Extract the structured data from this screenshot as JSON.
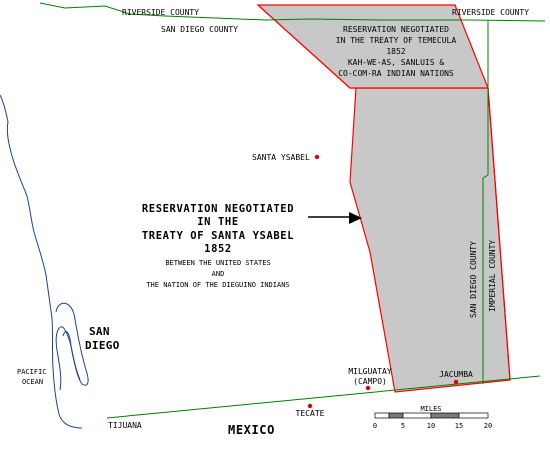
{
  "labels": {
    "riverside_county_top": "RIVERSIDE COUNTY",
    "san_diego_county_top": "SAN DIEGO COUNTY",
    "riverside_county_right": "RIVERSIDE COUNTY",
    "temecula_line1": "RESERVATION NEGOTIATED",
    "temecula_line2": "IN THE TREATY OF TEMECULA",
    "temecula_line3": "1852",
    "temecula_line4": "KAH-WE-AS, SANLUIS &",
    "temecula_line5": "CO-COM-RA INDIAN NATIONS",
    "santa_ysabel": "SANTA YSABEL",
    "main_line1": "RESERVATION NEGOTIATED",
    "main_line2": "IN THE",
    "main_line3": "TREATY OF SANTA YSABEL",
    "main_line4": "1852",
    "main_line5": "BETWEEN THE UNITED STATES",
    "main_line6": "AND",
    "main_line7": "THE NATION OF THE DIEGUINO INDIANS",
    "san_diego_county_vertical": "SAN DIEGO COUNTY",
    "imperial_county_vertical": "IMPERIAL COUNTY",
    "san_diego_city_1": "SAN",
    "san_diego_city_2": "DIEGO",
    "pacific_1": "PACIFIC",
    "pacific_2": "OCEAN",
    "milguatay": "MILGUATAY",
    "campo": "(CAMPO)",
    "jacumba": "JACUMBA",
    "tecate": "TECATE",
    "tijuana": "TIJUANA",
    "mexico": "MEXICO"
  },
  "scale_bar": {
    "title": "MILES",
    "ticks": [
      "0",
      "5",
      "10",
      "15",
      "20"
    ]
  },
  "colors": {
    "reservation_fill": "#c8c8c8",
    "boundary_red": "#ff0000",
    "county_line_green": "#008000",
    "coastline_blue": "#1f3fa0",
    "town_dot": "#dd0000"
  }
}
